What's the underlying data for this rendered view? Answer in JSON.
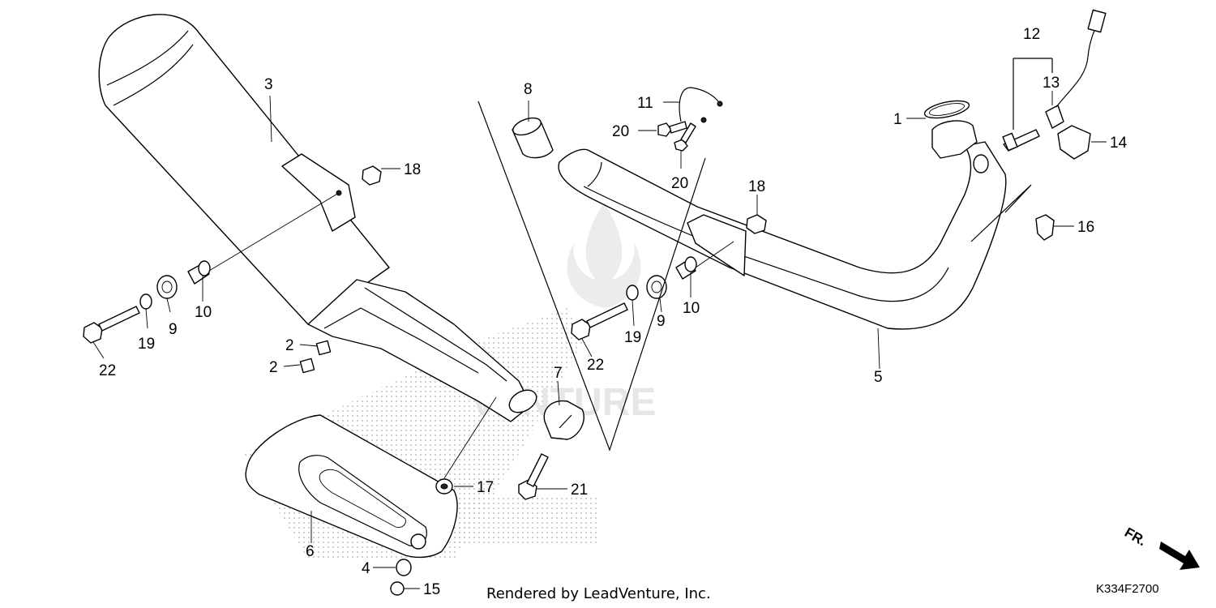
{
  "diagram": {
    "watermark": "VENTURE",
    "footer": "Rendered by LeadVenture, Inc.",
    "diagram_code": "K334F2700",
    "direction_label": "FR.",
    "callouts": [
      {
        "id": "c1",
        "label": "1"
      },
      {
        "id": "c2a",
        "label": "2"
      },
      {
        "id": "c2b",
        "label": "2"
      },
      {
        "id": "c3",
        "label": "3"
      },
      {
        "id": "c4",
        "label": "4"
      },
      {
        "id": "c5",
        "label": "5"
      },
      {
        "id": "c6",
        "label": "6"
      },
      {
        "id": "c7",
        "label": "7"
      },
      {
        "id": "c8",
        "label": "8"
      },
      {
        "id": "c9a",
        "label": "9"
      },
      {
        "id": "c9b",
        "label": "9"
      },
      {
        "id": "c10a",
        "label": "10"
      },
      {
        "id": "c10b",
        "label": "10"
      },
      {
        "id": "c11",
        "label": "11"
      },
      {
        "id": "c12",
        "label": "12"
      },
      {
        "id": "c13",
        "label": "13"
      },
      {
        "id": "c14",
        "label": "14"
      },
      {
        "id": "c15",
        "label": "15"
      },
      {
        "id": "c16",
        "label": "16"
      },
      {
        "id": "c17",
        "label": "17"
      },
      {
        "id": "c18a",
        "label": "18"
      },
      {
        "id": "c18b",
        "label": "18"
      },
      {
        "id": "c19a",
        "label": "19"
      },
      {
        "id": "c19b",
        "label": "19"
      },
      {
        "id": "c20a",
        "label": "20"
      },
      {
        "id": "c20b",
        "label": "20"
      },
      {
        "id": "c21",
        "label": "21"
      },
      {
        "id": "c22a",
        "label": "22"
      },
      {
        "id": "c22b",
        "label": "22"
      }
    ]
  }
}
